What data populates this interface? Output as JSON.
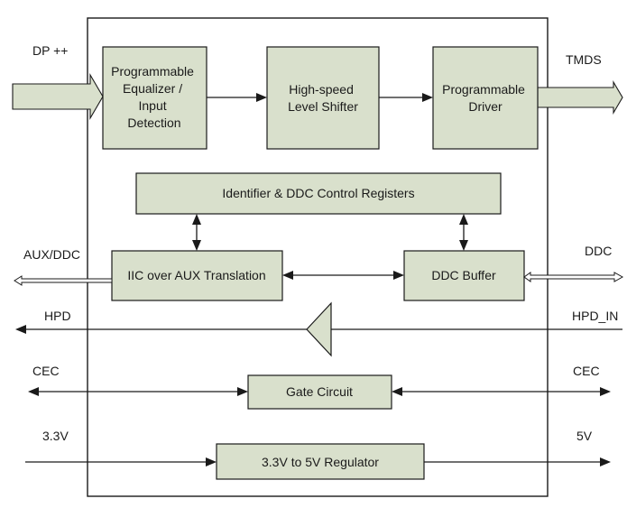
{
  "blocks": {
    "equalizer": [
      "Programmable",
      "Equalizer /",
      "Input",
      "Detection"
    ],
    "level_shifter": [
      "High-speed",
      "Level Shifter"
    ],
    "driver": [
      "Programmable",
      "Driver"
    ],
    "registers": "Identifier & DDC Control Registers",
    "iic": "IIC over AUX Translation",
    "ddc_buffer": "DDC Buffer",
    "gate": "Gate Circuit",
    "regulator": "3.3V to 5V Regulator"
  },
  "signals": {
    "dp": "DP ++",
    "tmds": "TMDS",
    "aux_ddc": "AUX/DDC",
    "ddc": "DDC",
    "hpd": "HPD",
    "hpd_in": "HPD_IN",
    "cec_left": "CEC",
    "cec_right": "CEC",
    "v33": "3.3V",
    "v5": "5V"
  },
  "colors": {
    "block_fill": "#d9e0cc",
    "line": "#1a1a1a"
  }
}
